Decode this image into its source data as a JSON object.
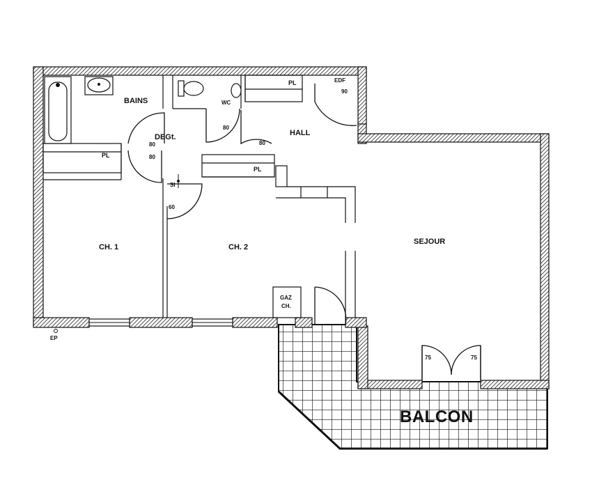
{
  "rooms": {
    "bains": "BAINS",
    "wc": "WC",
    "degt": "DEGt.",
    "hall": "HALL",
    "ch1": "CH. 1",
    "ch2": "CH. 2",
    "sejour": "SEJOUR",
    "balcon": "BALCON"
  },
  "closets": {
    "pl_bains": "PL",
    "pl_hall": "PL",
    "pl_ch2": "PL"
  },
  "equipment": {
    "edf": "EDF",
    "gaz": "GAZ",
    "ch": "CH.",
    "ep": "EP",
    "si": "SI"
  },
  "door_widths": {
    "entry": "90",
    "wc": "80",
    "degt_right": "80",
    "hall_left": "80",
    "degt_bottom": "80",
    "ch1": "60",
    "balcony_left": "75",
    "balcony_right": "75"
  }
}
